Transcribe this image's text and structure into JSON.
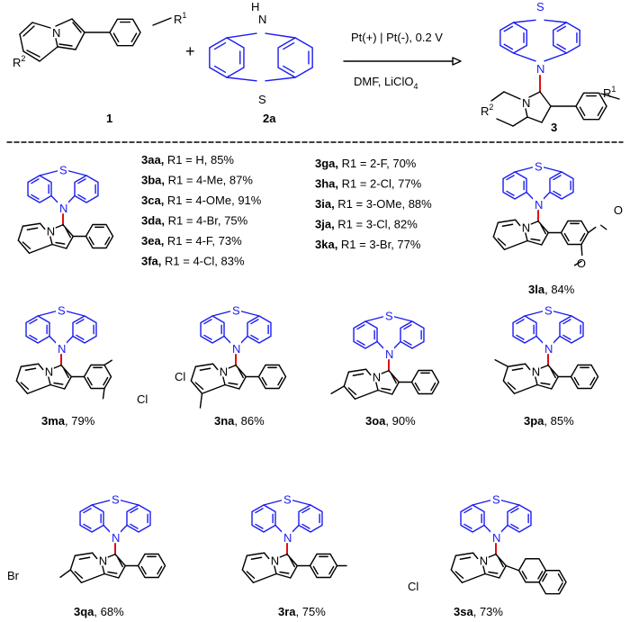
{
  "scheme": {
    "reactant1_label": "1",
    "reactant2_label": "2a",
    "product_label": "3",
    "plus": "+",
    "condition_top": "Pt(+) | Pt(-), 0.2 V",
    "condition_bottom": "DMF, LiClO4",
    "atoms": {
      "R1": "R1",
      "R2": "R2",
      "NH": "H",
      "N": "N",
      "S": "S",
      "Cl": "Cl",
      "Br": "Br"
    }
  },
  "table_left": [
    {
      "id": "3aa",
      "sub": "R1 = H,",
      "yield": "85%"
    },
    {
      "id": "3ba",
      "sub": "R1 = 4-Me,",
      "yield": "87%"
    },
    {
      "id": "3ca",
      "sub": "R1 = 4-OMe,",
      "yield": "91%"
    },
    {
      "id": "3da",
      "sub": "R1 = 4-Br,",
      "yield": "75%"
    },
    {
      "id": "3ea",
      "sub": "R1 = 4-F,",
      "yield": "73%"
    },
    {
      "id": "3fa",
      "sub": "R1 = 4-Cl,",
      "yield": "83%"
    }
  ],
  "table_right": [
    {
      "id": "3ga",
      "sub": "R1 = 2-F,",
      "yield": "70%"
    },
    {
      "id": "3ha",
      "sub": "R1 = 2-Cl,",
      "yield": "77%"
    },
    {
      "id": "3ia",
      "sub": "R1 = 3-OMe,",
      "yield": "88%"
    },
    {
      "id": "3ja",
      "sub": "R1 = 3-Cl,",
      "yield": "82%"
    },
    {
      "id": "3ka",
      "sub": "R1 = 3-Br,",
      "yield": "77%"
    }
  ],
  "products": [
    {
      "id": "3la",
      "yield": "84%"
    },
    {
      "id": "3ma",
      "yield": "79%"
    },
    {
      "id": "3na",
      "yield": "86%"
    },
    {
      "id": "3oa",
      "yield": "90%"
    },
    {
      "id": "3pa",
      "yield": "85%"
    },
    {
      "id": "3qa",
      "yield": "68%"
    },
    {
      "id": "3ra",
      "yield": "75%"
    },
    {
      "id": "3sa",
      "yield": "73%"
    }
  ],
  "colors": {
    "phenothiazine": "#1c1cf0",
    "new_bond": "#e01010",
    "ink": "#000000"
  }
}
